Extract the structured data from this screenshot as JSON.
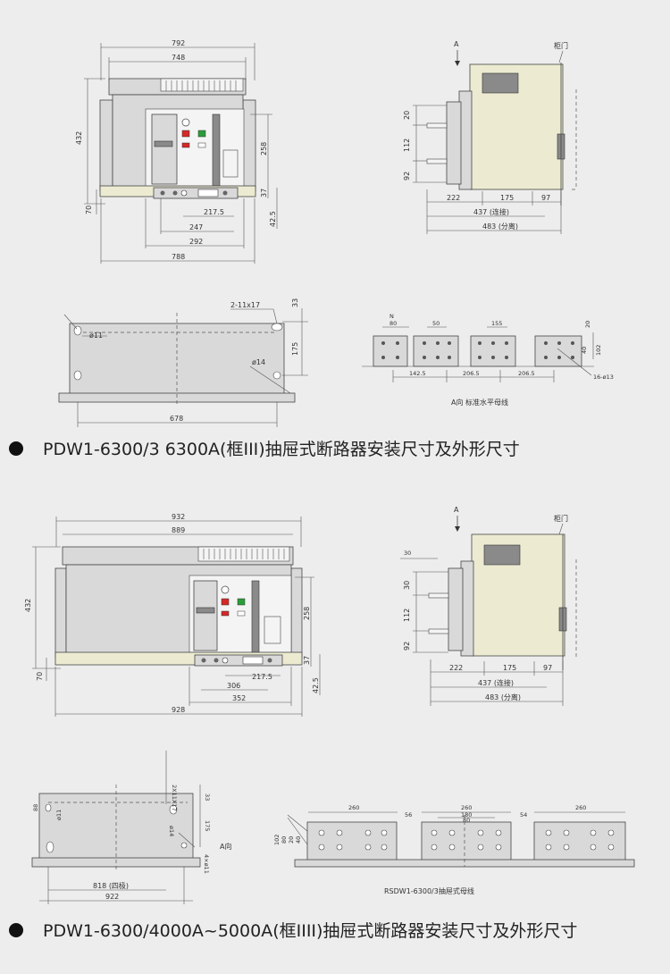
{
  "section1": {
    "caption": "PDW1-6300/3 6300A(框III)抽屉式断路器安装尺寸及外形尺寸",
    "front": {
      "d792": "792",
      "d748": "748",
      "d432": "432",
      "d258": "258",
      "d37": "37",
      "d70": "70",
      "d42_5": "42.5",
      "d217_5": "217.5",
      "d247": "247",
      "d292": "292",
      "d788": "788"
    },
    "side": {
      "a_label": "A",
      "door_label": "柜门",
      "d20": "20",
      "d112": "112",
      "d92": "92",
      "d222": "222",
      "d175": "175",
      "d97": "97",
      "d437": "437 (连接)",
      "d483": "483 (分离)"
    },
    "mount": {
      "hole_2x11x17": "2-11x17",
      "d33": "33",
      "phi11": "ø11",
      "d175": "175",
      "phi14": "ø14",
      "d678": "678"
    },
    "busbar": {
      "n_label": "N",
      "d80": "80",
      "d50": "50",
      "d155": "155",
      "d20": "20",
      "d40": "40",
      "d102": "102",
      "d142_5": "142.5",
      "d206_5a": "206.5",
      "d206_5b": "206.5",
      "holes": "16-ø13",
      "title": "A向 标准水平母线"
    }
  },
  "section2": {
    "caption": "PDW1-6300/4000A~5000A(框IIII)抽屉式断路器安装尺寸及外形尺寸",
    "front": {
      "d932": "932",
      "d889": "889",
      "d432": "432",
      "d258": "258",
      "d37": "37",
      "d70": "70",
      "d42_5": "42.5",
      "d217_5": "217.5",
      "d306": "306",
      "d352": "352",
      "d928": "928"
    },
    "side": {
      "a_label": "A",
      "door_label": "柜门",
      "d30a": "30",
      "d30b": "30",
      "d112": "112",
      "d92": "92",
      "d222": "222",
      "d175": "175",
      "d97": "97",
      "d437": "437 (连接)",
      "d483": "483 (分离)"
    },
    "mount": {
      "hole_2x11x17": "2X11X17",
      "d33": "33",
      "phi11": "ø11",
      "d175": "175",
      "phi14": "ø14",
      "a_dir": "A向",
      "holes4": "4×ø11",
      "d818": "818 (四极)",
      "d922": "922"
    },
    "busbar": {
      "d260a": "260",
      "d56": "56",
      "d260b": "260",
      "d180": "180",
      "d80": "80",
      "d54": "54",
      "d260c": "260",
      "d102": "102",
      "d80v": "80",
      "d20": "20",
      "d40": "40",
      "title": "RSDW1-6300/3抽屉式母线"
    }
  },
  "colors": {
    "background": "#ededed",
    "body": "#d9d9d9",
    "beige": "#ecebd2",
    "red": "#d62828",
    "green": "#2a9d3a"
  }
}
